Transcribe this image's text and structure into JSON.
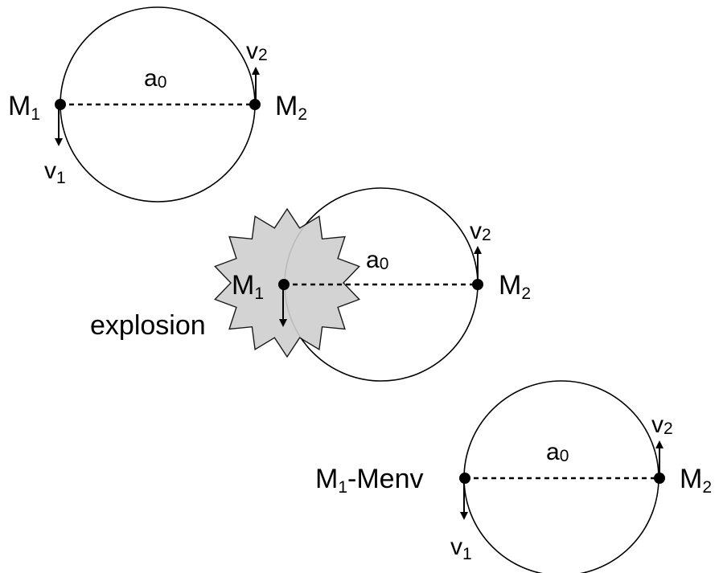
{
  "panels": {
    "before": {
      "separation_label": "a",
      "separation_sub": "0",
      "star1_label": "M",
      "star1_sub": "1",
      "star2_label": "M",
      "star2_sub": "2",
      "v1_label": "v",
      "v1_sub": "1",
      "v2_label": "v",
      "v2_sub": "2"
    },
    "explosion": {
      "event_label": "explosion",
      "separation_label": "a",
      "separation_sub": "0",
      "star1_label": "M",
      "star1_sub": "1",
      "star2_label": "M",
      "star2_sub": "2",
      "v2_label": "v",
      "v2_sub": "2"
    },
    "after": {
      "separation_label": "a",
      "separation_sub": "0",
      "star1_label": "M",
      "star1_sub": "1",
      "star1_suffix": "-Menv",
      "star2_label": "M",
      "star2_sub": "2",
      "v1_label": "v",
      "v1_sub": "1",
      "v2_label": "v",
      "v2_sub": "2"
    }
  },
  "colors": {
    "ink": "#000000",
    "explosion_fill": "#cfcfcf",
    "background": "#ffffff"
  }
}
